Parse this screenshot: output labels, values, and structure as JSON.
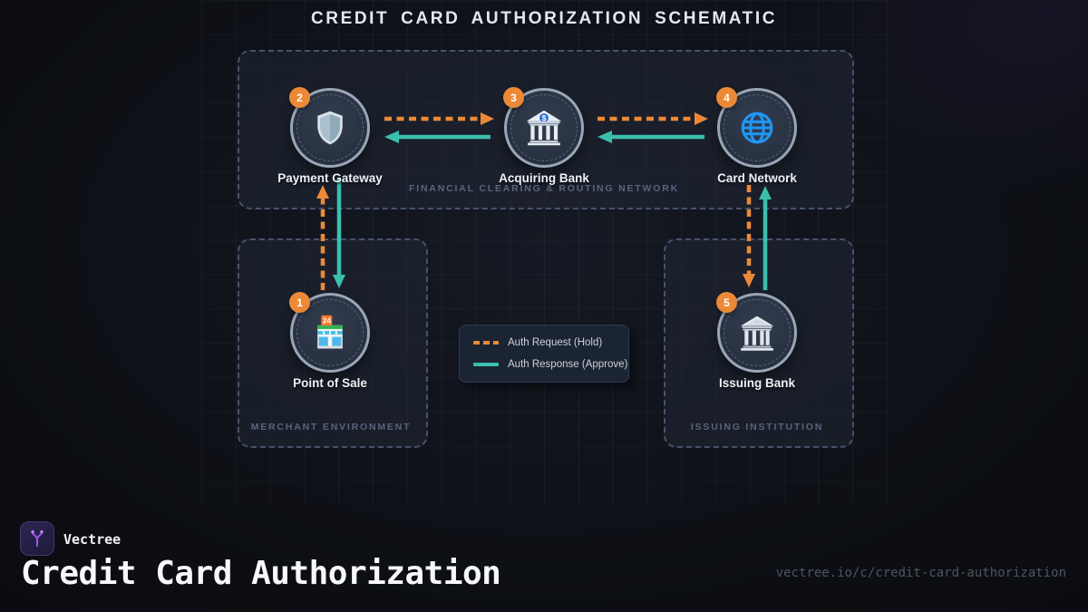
{
  "title": "CREDIT CARD AUTHORIZATION SCHEMATIC",
  "containers": {
    "clearing": {
      "caption": "FINANCIAL CLEARING & ROUTING NETWORK"
    },
    "merchant": {
      "caption": "MERCHANT ENVIRONMENT"
    },
    "issuing": {
      "caption": "ISSUING INSTITUTION"
    }
  },
  "nodes": {
    "pos": {
      "badge": "1",
      "label": "Point of Sale",
      "icon": "store-icon"
    },
    "gateway": {
      "badge": "2",
      "label": "Payment Gateway",
      "icon": "shield-icon"
    },
    "acquirer": {
      "badge": "3",
      "label": "Acquiring Bank",
      "icon": "bank-dollar-icon"
    },
    "network": {
      "badge": "4",
      "label": "Card Network",
      "icon": "globe-icon"
    },
    "issuer": {
      "badge": "5",
      "label": "Issuing Bank",
      "icon": "bank-icon"
    }
  },
  "flows": [
    {
      "from": "Point of Sale",
      "to": "Payment Gateway",
      "type": "auth-request"
    },
    {
      "from": "Payment Gateway",
      "to": "Acquiring Bank",
      "type": "auth-request"
    },
    {
      "from": "Acquiring Bank",
      "to": "Card Network",
      "type": "auth-request"
    },
    {
      "from": "Card Network",
      "to": "Issuing Bank",
      "type": "auth-request"
    },
    {
      "from": "Issuing Bank",
      "to": "Card Network",
      "type": "auth-response"
    },
    {
      "from": "Card Network",
      "to": "Acquiring Bank",
      "type": "auth-response"
    },
    {
      "from": "Acquiring Bank",
      "to": "Payment Gateway",
      "type": "auth-response"
    },
    {
      "from": "Payment Gateway",
      "to": "Point of Sale",
      "type": "auth-response"
    }
  ],
  "legend": {
    "items": [
      {
        "label": "Auth Request (Hold)",
        "style": "dashed",
        "color": "#ED8936"
      },
      {
        "label": "Auth Response (Approve)",
        "style": "solid",
        "color": "#3BBFAD"
      }
    ]
  },
  "colors": {
    "auth_request": "#ED8936",
    "auth_response": "#3BBFAD",
    "badge": "#ED8936"
  },
  "footer": {
    "brand": "Vectree",
    "title": "Credit Card Authorization",
    "url": "vectree.io/c/credit-card-authorization"
  }
}
